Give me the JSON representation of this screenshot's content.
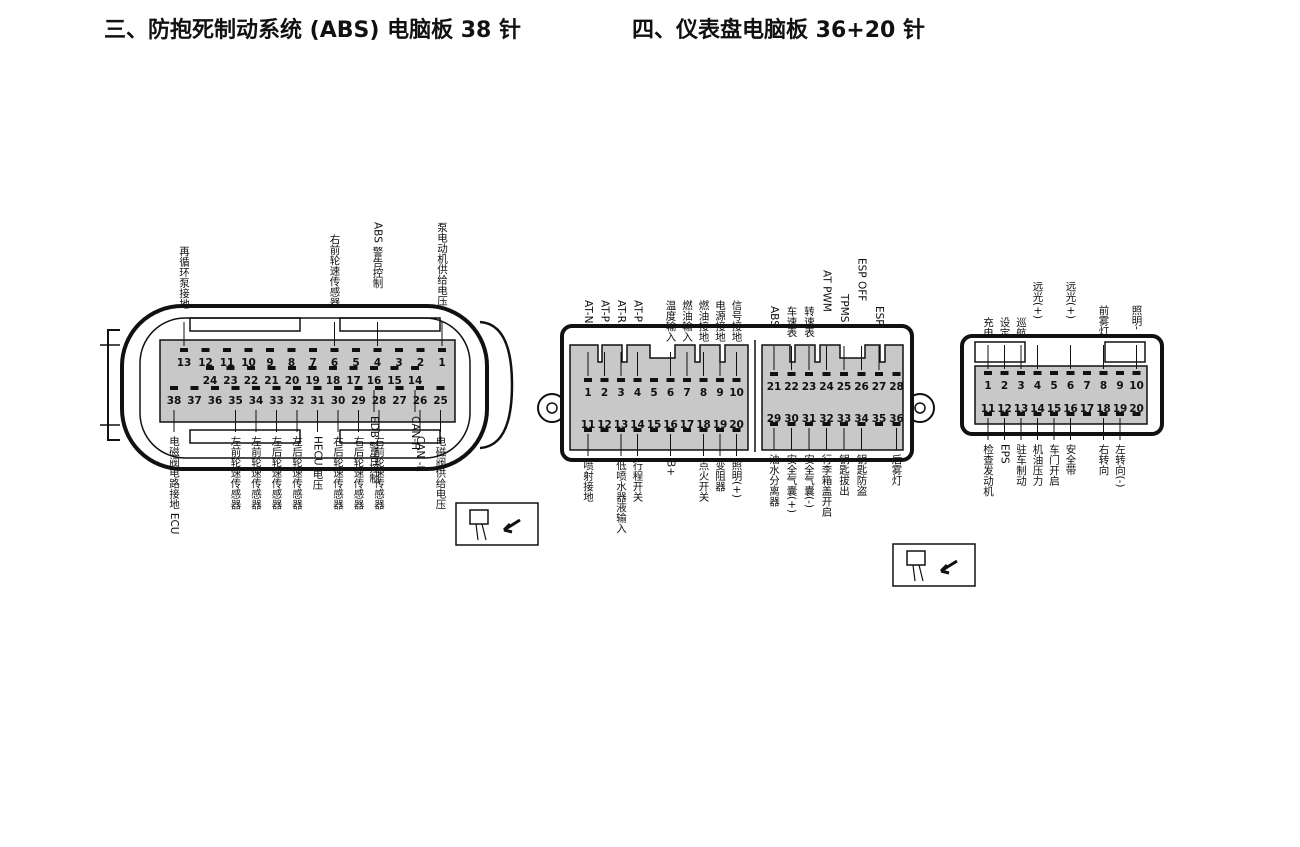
{
  "titles": {
    "abs": "三、防抱死制动系统 (ABS) 电脑板 38 针",
    "cluster": "四、仪表盘电脑板 36+20 针"
  },
  "abs_connector": {
    "top_row": [
      "13",
      "12",
      "11",
      "10",
      "9",
      "8",
      "7",
      "6",
      "5",
      "4",
      "3",
      "2",
      "1"
    ],
    "mid_row": [
      "24",
      "23",
      "22",
      "21",
      "20",
      "19",
      "18",
      "17",
      "16",
      "15",
      "14"
    ],
    "bottom_row": [
      "38",
      "37",
      "36",
      "35",
      "34",
      "33",
      "32",
      "31",
      "30",
      "29",
      "28",
      "27",
      "26",
      "25"
    ],
    "labels_top": [
      {
        "pin": "13",
        "text": "再循环泵接地"
      },
      {
        "pin": "6",
        "text": "右前轮速传感器"
      },
      {
        "pin": "4",
        "text": "ABS 警告控制"
      },
      {
        "pin": "1",
        "text": "泵电动机供给电压"
      }
    ],
    "labels_bottom": [
      {
        "pin": "38",
        "text": "电磁阀电路接地 ECU"
      },
      {
        "pin": "35",
        "text": "左前轮速传感器"
      },
      {
        "pin": "34",
        "text": "左前轮速传感器"
      },
      {
        "pin": "33",
        "text": "左后轮速传感器"
      },
      {
        "pin": "32",
        "text": "左后轮速传感器"
      },
      {
        "pin": "31",
        "text": "HECU 电压"
      },
      {
        "pin": "30",
        "text": "右后轮速传感器"
      },
      {
        "pin": "29",
        "text": "右后轮速传感器"
      },
      {
        "pin": "28",
        "text": "右前轮速传感器"
      },
      {
        "pin": "16",
        "text": "EDB 警告控制"
      },
      {
        "pin": "14",
        "text": "CAN-H"
      },
      {
        "pin": "26",
        "text": "CAN -L"
      },
      {
        "pin": "25",
        "text": "电磁阀供给电压"
      }
    ]
  },
  "cluster_connector": {
    "left_top": [
      "1",
      "2",
      "3",
      "4",
      "5",
      "6",
      "7",
      "8",
      "9",
      "10"
    ],
    "left_bottom": [
      "11",
      "12",
      "13",
      "14",
      "15",
      "16",
      "17",
      "18",
      "19",
      "20"
    ],
    "right_top": [
      "21",
      "22",
      "23",
      "24",
      "25",
      "26",
      "27",
      "28"
    ],
    "right_bottom": [
      "29",
      "30",
      "31",
      "32",
      "33",
      "34",
      "35",
      "36"
    ],
    "labels_top": [
      {
        "pin": "1",
        "text": "AT-N"
      },
      {
        "pin": "2",
        "text": "AT-P"
      },
      {
        "pin": "3",
        "text": "AT-R"
      },
      {
        "pin": "4",
        "text": "AT-P"
      },
      {
        "pin": "6",
        "text": "温度输入"
      },
      {
        "pin": "7",
        "text": "燃油输入"
      },
      {
        "pin": "8",
        "text": "燃油接地"
      },
      {
        "pin": "9",
        "text": "电源接地"
      },
      {
        "pin": "10",
        "text": "信号接地"
      },
      {
        "pin": "21",
        "text": "ABS"
      },
      {
        "pin": "22",
        "text": "车速表"
      },
      {
        "pin": "23",
        "text": "转速表"
      },
      {
        "pin": "24",
        "text": "AT PWM"
      },
      {
        "pin": "25",
        "text": "TPMS"
      },
      {
        "pin": "26",
        "text": "ESP OFF"
      },
      {
        "pin": "27",
        "text": "ESP"
      }
    ],
    "labels_bottom": [
      {
        "pin": "11",
        "text": "喷射接地"
      },
      {
        "pin": "13",
        "text": "低喷水器液输入"
      },
      {
        "pin": "14",
        "text": "行程开关"
      },
      {
        "pin": "16",
        "text": "B+"
      },
      {
        "pin": "18",
        "text": "点火开关"
      },
      {
        "pin": "19",
        "text": "变阻器"
      },
      {
        "pin": "20",
        "text": "照明(+)"
      },
      {
        "pin": "29",
        "text": "油水分离器"
      },
      {
        "pin": "30",
        "text": "安全气囊(+)"
      },
      {
        "pin": "31",
        "text": "安全气囊(-)"
      },
      {
        "pin": "32",
        "text": "行李箱盖开启"
      },
      {
        "pin": "33",
        "text": "钥匙拔出"
      },
      {
        "pin": "34",
        "text": "钥匙防盗"
      },
      {
        "pin": "36",
        "text": "后雾灯"
      }
    ]
  },
  "cluster20_connector": {
    "top_row": [
      "1",
      "2",
      "3",
      "4",
      "5",
      "6",
      "7",
      "8",
      "9",
      "10"
    ],
    "bottom_row": [
      "11",
      "12",
      "13",
      "14",
      "15",
      "16",
      "17",
      "18",
      "19",
      "20"
    ],
    "labels_top": [
      {
        "pin": "1",
        "text": "充电"
      },
      {
        "pin": "2",
        "text": "设定"
      },
      {
        "pin": "3",
        "text": "巡航"
      },
      {
        "pin": "4",
        "text": "远光(+)"
      },
      {
        "pin": "6",
        "text": "远光(+)"
      },
      {
        "pin": "8",
        "text": "前雾灯"
      },
      {
        "pin": "10",
        "text": "照明-"
      }
    ],
    "labels_bottom": [
      {
        "pin": "11",
        "text": "检查发动机"
      },
      {
        "pin": "12",
        "text": "EPS"
      },
      {
        "pin": "13",
        "text": "驻车制动"
      },
      {
        "pin": "14",
        "text": "机油压力"
      },
      {
        "pin": "15",
        "text": "车门开启"
      },
      {
        "pin": "16",
        "text": "安全带"
      },
      {
        "pin": "18",
        "text": "右转向"
      },
      {
        "pin": "19",
        "text": "左转向(-)"
      }
    ]
  }
}
